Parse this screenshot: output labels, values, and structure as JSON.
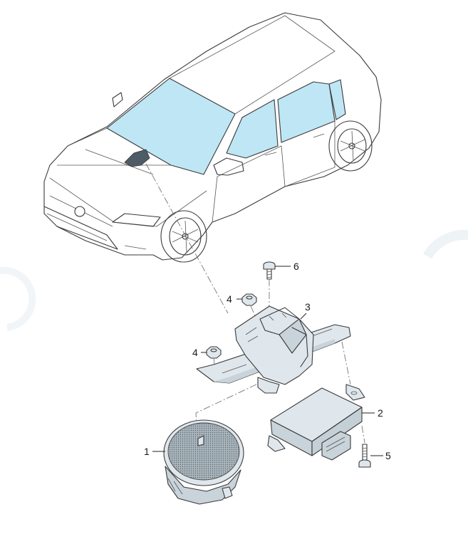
{
  "callouts": [
    {
      "id": "1",
      "label": "1"
    },
    {
      "id": "2",
      "label": "2"
    },
    {
      "id": "3",
      "label": "3"
    },
    {
      "id": "4a",
      "label": "4"
    },
    {
      "id": "4b",
      "label": "4"
    },
    {
      "id": "5",
      "label": "5"
    },
    {
      "id": "6",
      "label": "6"
    }
  ],
  "colors": {
    "glass": "#bfe6f4",
    "metal": "#dfe7ec",
    "line": "#3a3a3a"
  }
}
